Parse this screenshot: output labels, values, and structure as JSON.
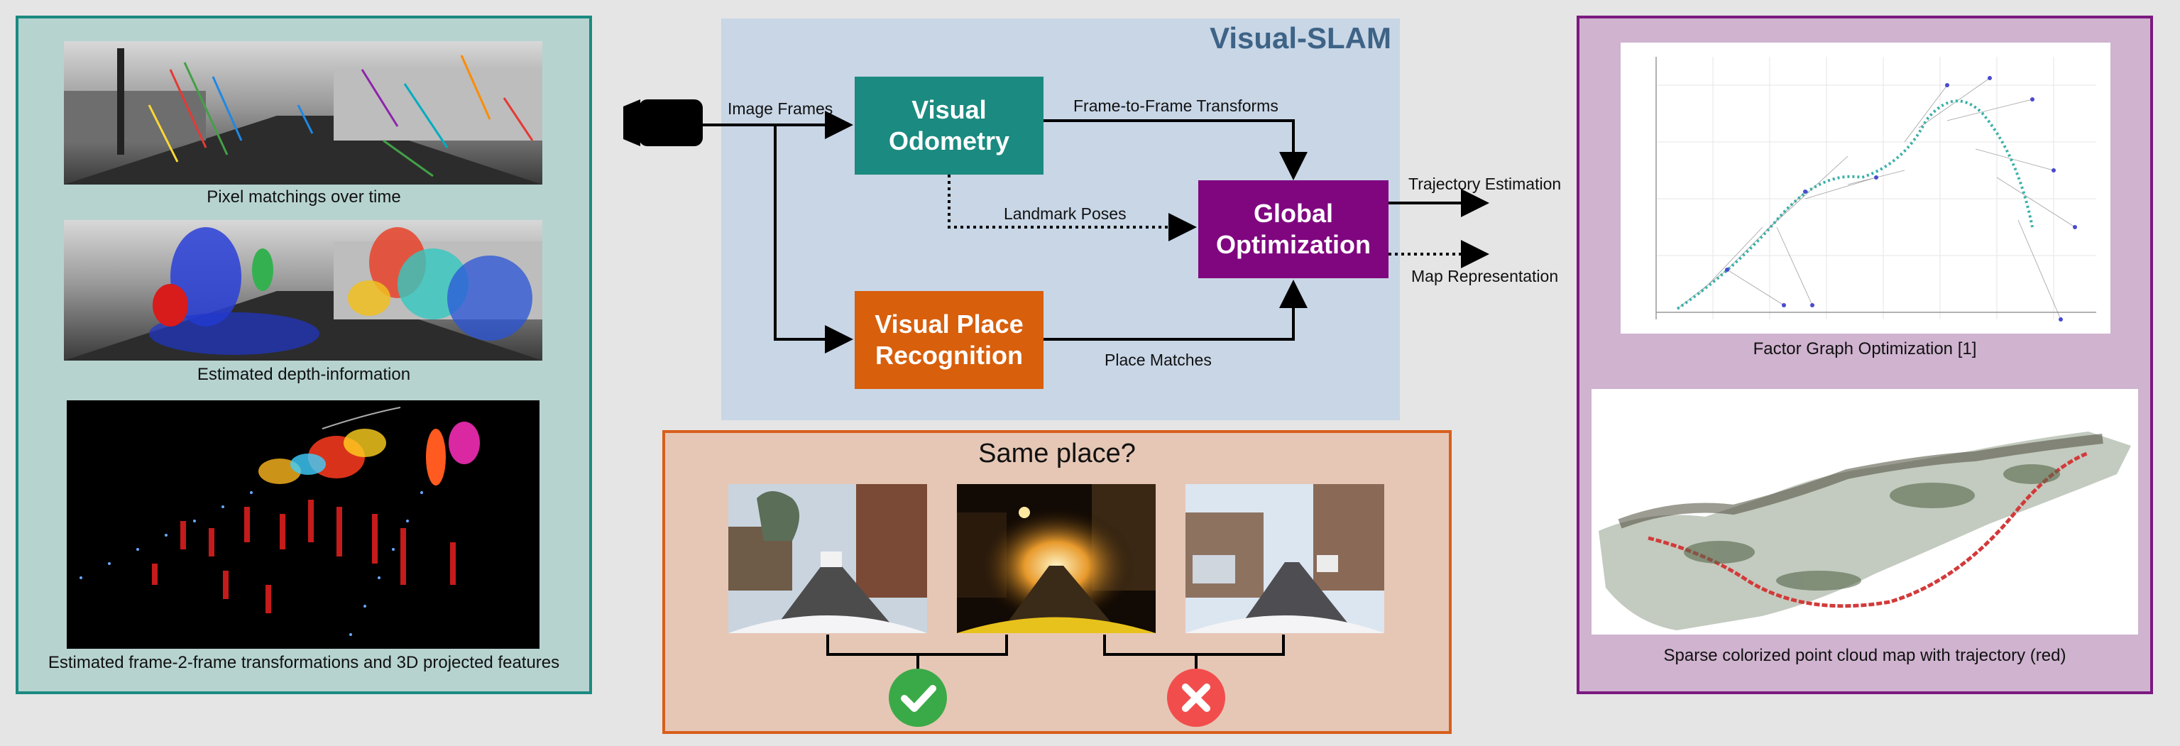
{
  "left": {
    "caption_1": "Pixel matchings over time",
    "caption_2": "Estimated depth-information",
    "caption_3": "Estimated frame-2-frame transformations and 3D projected features"
  },
  "slam": {
    "title": "Visual-SLAM",
    "vo_line1": "Visual",
    "vo_line2": "Odometry",
    "go_line1": "Global",
    "go_line2": "Optimization",
    "vpr_line1": "Visual Place",
    "vpr_line2": "Recognition",
    "label_image_frames": "Image Frames",
    "label_f2f": "Frame-to-Frame Transforms",
    "label_landmark": "Landmark Poses",
    "label_place_matches": "Place  Matches",
    "label_trajectory": "Trajectory Estimation",
    "label_map": "Map Representation"
  },
  "place": {
    "question": "Same place?"
  },
  "right": {
    "caption_1": "Factor Graph Optimization [1]",
    "caption_2": "Sparse colorized point cloud map with trajectory (red)"
  },
  "colors": {
    "teal": "#1b8a80",
    "purple": "#800680",
    "orange": "#d85f0c",
    "check": "#3aaa48",
    "cross": "#f24d4d"
  }
}
